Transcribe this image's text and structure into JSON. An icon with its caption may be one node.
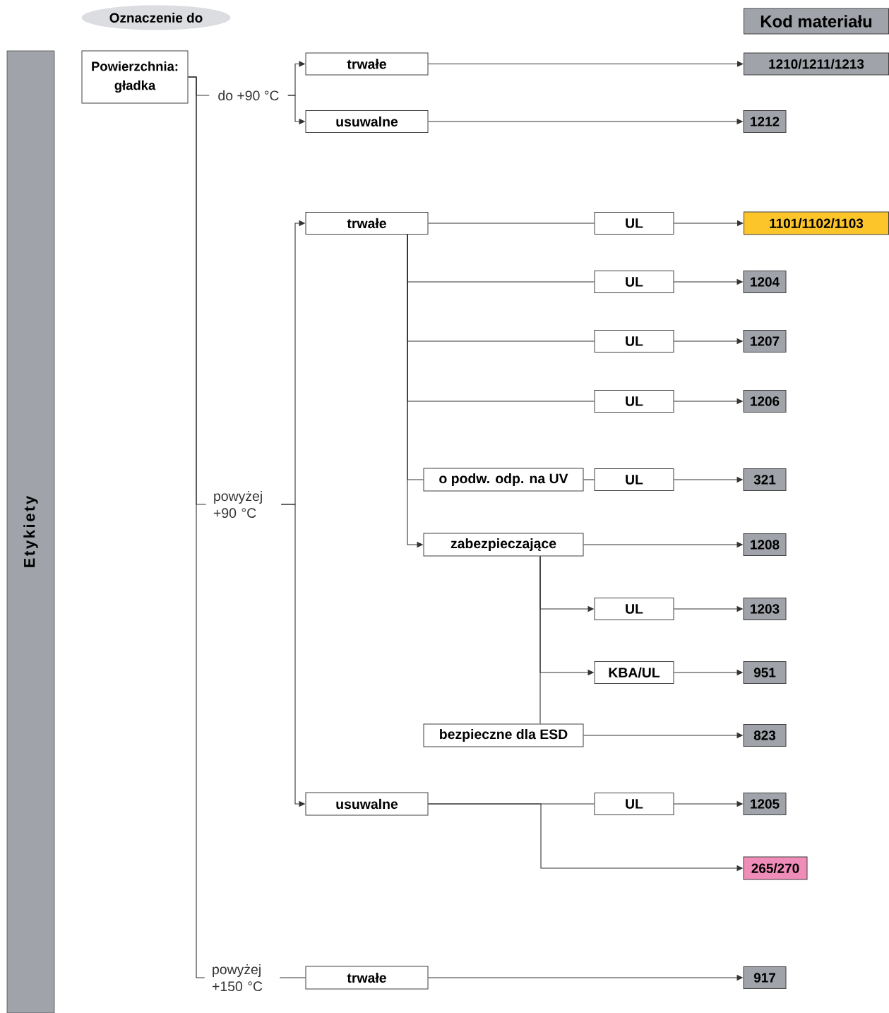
{
  "diagram": {
    "nodes": [
      {
        "text": [
          "Etykiety"
        ]
      },
      {
        "text": [
          "Oznaczenie do"
        ]
      },
      {
        "text": [
          "Kod materiału"
        ]
      },
      {
        "text": [
          "Powierzchnia: gładka"
        ]
      },
      {
        "text": [
          "do +90 °C"
        ]
      },
      {
        "text": [
          "trwałe"
        ]
      },
      {
        "text": [
          "usuwalne"
        ]
      },
      {
        "text": [
          "1210/1211/1213"
        ]
      },
      {
        "text": [
          "1212"
        ]
      },
      {
        "text": [
          "powyżej +90 °C"
        ]
      },
      {
        "text": [
          "trwałe"
        ]
      },
      {
        "text": [
          "UL"
        ]
      },
      {
        "text": [
          "1101/1102/1103"
        ]
      },
      {
        "text": [
          "UL"
        ]
      },
      {
        "text": [
          "1204"
        ]
      },
      {
        "text": [
          "UL"
        ]
      },
      {
        "text": [
          "1207"
        ]
      },
      {
        "text": [
          "UL"
        ]
      },
      {
        "text": [
          "1206"
        ]
      },
      {
        "text": [
          "o podw. odp. na UV"
        ]
      },
      {
        "text": [
          "UL"
        ]
      },
      {
        "text": [
          "321"
        ]
      },
      {
        "text": [
          "zabezpieczające"
        ]
      },
      {
        "text": [
          "1208"
        ]
      },
      {
        "text": [
          "UL"
        ]
      },
      {
        "text": [
          "1203"
        ]
      },
      {
        "text": [
          "KBA/UL"
        ]
      },
      {
        "text": [
          "951"
        ]
      },
      {
        "text": [
          "bezpieczne dla ESD"
        ]
      },
      {
        "text": [
          "823"
        ]
      },
      {
        "text": [
          "usuwalne"
        ]
      },
      {
        "text": [
          "UL"
        ]
      },
      {
        "text": [
          "1205"
        ]
      },
      {
        "text": [
          "265/270"
        ]
      },
      {
        "text": [
          "powyżej +150 °C"
        ]
      },
      {
        "text": [
          "trwałe"
        ]
      },
      {
        "text": [
          "917"
        ]
      }
    ],
    "edges": [
      {
        "from": 3,
        "to": 4,
        "arrow": "none"
      },
      {
        "from": 3,
        "to": 9,
        "arrow": "none"
      },
      {
        "from": 3,
        "to": 34,
        "arrow": "none"
      },
      {
        "from": 4,
        "to": 5,
        "arrow": "to"
      },
      {
        "from": 4,
        "to": 6,
        "arrow": "to"
      },
      {
        "from": 5,
        "to": 7,
        "arrow": "to"
      },
      {
        "from": 6,
        "to": 8,
        "arrow": "to"
      },
      {
        "from": 9,
        "to": 10,
        "arrow": "to"
      },
      {
        "from": 9,
        "to": 30,
        "arrow": "to"
      },
      {
        "from": 10,
        "to": 11,
        "arrow": "none"
      },
      {
        "from": 11,
        "to": 12,
        "arrow": "to"
      },
      {
        "from": 10,
        "to": 13,
        "arrow": "none"
      },
      {
        "from": 13,
        "to": 14,
        "arrow": "to"
      },
      {
        "from": 10,
        "to": 15,
        "arrow": "none"
      },
      {
        "from": 15,
        "to": 16,
        "arrow": "to"
      },
      {
        "from": 10,
        "to": 17,
        "arrow": "none"
      },
      {
        "from": 17,
        "to": 18,
        "arrow": "to"
      },
      {
        "from": 10,
        "to": 19,
        "arrow": "none"
      },
      {
        "from": 19,
        "to": 20,
        "arrow": "none"
      },
      {
        "from": 20,
        "to": 21,
        "arrow": "to"
      },
      {
        "from": 10,
        "to": 22,
        "arrow": "to"
      },
      {
        "from": 22,
        "to": 23,
        "arrow": "to"
      },
      {
        "from": 22,
        "to": 24,
        "arrow": "to"
      },
      {
        "from": 24,
        "to": 25,
        "arrow": "to"
      },
      {
        "from": 22,
        "to": 26,
        "arrow": "to"
      },
      {
        "from": 26,
        "to": 27,
        "arrow": "to"
      },
      {
        "from": 22,
        "to": 28,
        "arrow": "none"
      },
      {
        "from": 28,
        "to": 29,
        "arrow": "to"
      },
      {
        "from": 30,
        "to": 31,
        "arrow": "none"
      },
      {
        "from": 31,
        "to": 32,
        "arrow": "to"
      },
      {
        "from": 30,
        "to": 33,
        "arrow": "to"
      },
      {
        "from": 34,
        "to": 35,
        "arrow": "none"
      },
      {
        "from": 35,
        "to": 36,
        "arrow": "to"
      }
    ]
  }
}
